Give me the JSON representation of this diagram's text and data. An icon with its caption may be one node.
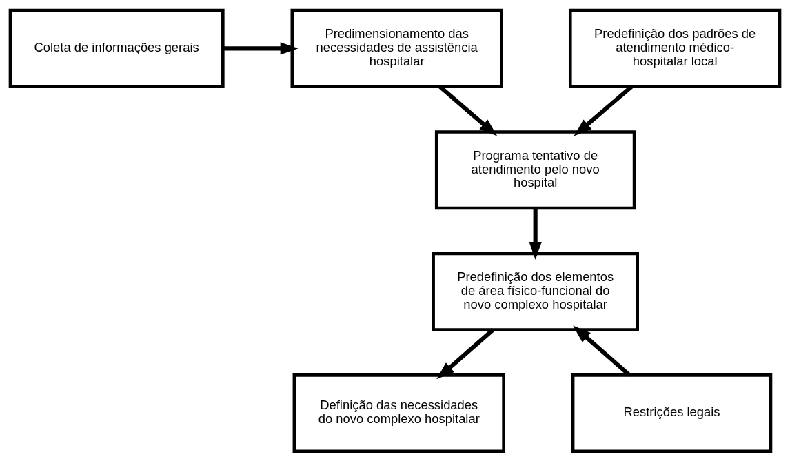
{
  "diagram": {
    "nodes": [
      {
        "text": [
          "Coleta de informações gerais"
        ]
      },
      {
        "text": [
          "Predimensionamento das necessidades de assistência hospitalar"
        ]
      },
      {
        "text": [
          "Predefinição dos padrões de atendimento médico-hospitalar local"
        ]
      },
      {
        "text": [
          "Programa tentativo de atendimento pelo novo hospital"
        ]
      },
      {
        "text": [
          "Predefinição dos elementos de área físico-funcional do novo complexo hospitalar"
        ]
      },
      {
        "text": [
          "Definição das necessidades do novo complexo hospitalar"
        ]
      },
      {
        "text": [
          "Restrições legais"
        ]
      }
    ],
    "edges": [
      {
        "from": 0,
        "to": 1,
        "arrow": "to"
      },
      {
        "from": 1,
        "to": 3,
        "arrow": "to"
      },
      {
        "from": 2,
        "to": 3,
        "arrow": "to"
      },
      {
        "from": 3,
        "to": 4,
        "arrow": "to"
      },
      {
        "from": 4,
        "to": 5,
        "arrow": "to"
      },
      {
        "from": 6,
        "to": 4,
        "arrow": "to"
      }
    ]
  }
}
